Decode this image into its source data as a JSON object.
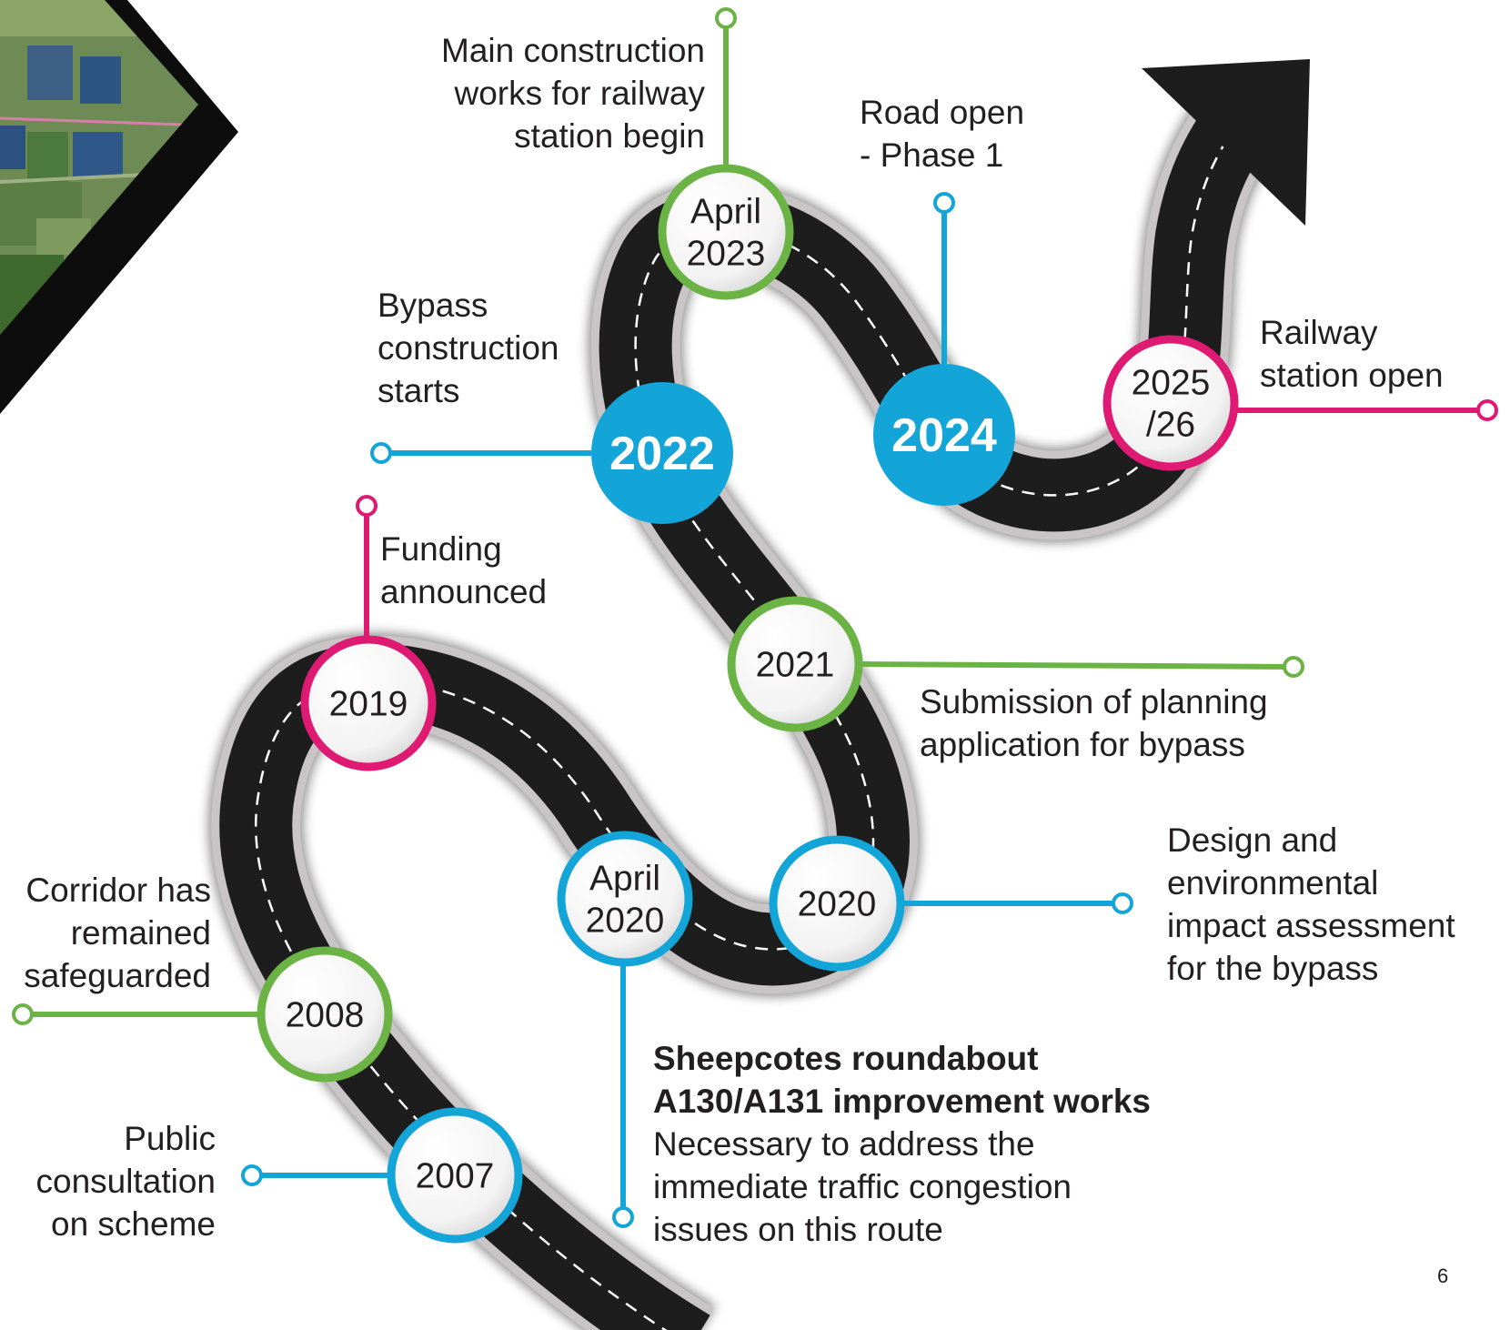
{
  "colors": {
    "green": "#6ab344",
    "blue": "#14a5d8",
    "magenta": "#df1a73",
    "road": "#1d1d1d",
    "road_edge": "#c9c5c6",
    "text": "#231f20"
  },
  "image": {
    "name": "aerial-farmland-photo"
  },
  "milestones": {
    "y2007": {
      "label": "2007",
      "text": [
        "Public",
        "consultation",
        "on scheme"
      ]
    },
    "y2008": {
      "label": "2008",
      "text": [
        "Corridor has",
        "remained",
        "safeguarded"
      ]
    },
    "y2019": {
      "label": "2019",
      "text": [
        "Funding",
        "announced"
      ]
    },
    "april2020": {
      "label_lines": [
        "April",
        "2020"
      ],
      "title": [
        "Sheepcotes roundabout",
        "A130/A131 improvement works"
      ],
      "text": [
        "Necessary to address the",
        "immediate traffic congestion",
        "issues on this route"
      ]
    },
    "y2020": {
      "label": "2020",
      "text": [
        "Design and",
        "environmental",
        "impact assessment",
        "for the bypass"
      ]
    },
    "y2021": {
      "label": "2021",
      "text": [
        "Submission of planning",
        "application for bypass"
      ]
    },
    "y2022": {
      "label": "2022",
      "text": [
        "Bypass",
        "construction",
        "starts"
      ]
    },
    "april2023": {
      "label_lines": [
        "April",
        "2023"
      ],
      "text": [
        "Main construction",
        "works for railway",
        "station begin"
      ]
    },
    "y2024": {
      "label": "2024",
      "text": [
        "Road open",
        "- Phase 1"
      ]
    },
    "y2025": {
      "label_lines": [
        "2025",
        "/26"
      ],
      "text": [
        "Railway",
        "station open"
      ]
    }
  },
  "page_number": "6"
}
